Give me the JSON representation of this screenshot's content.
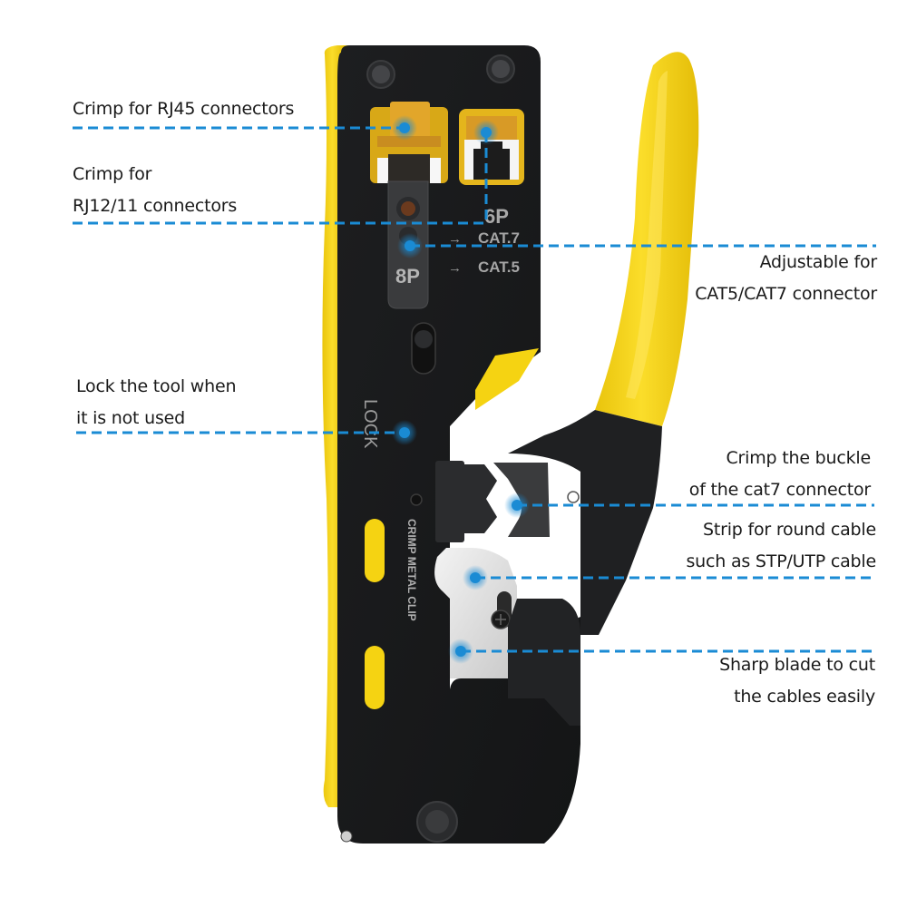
{
  "colors": {
    "callout_line": "#1a8bd4",
    "callout_dot": "#1a8bd4",
    "body_black": "#18191b",
    "handle_yellow": "#f5d312",
    "text": "#1a1a1a"
  },
  "tool": {
    "engravings": {
      "size_6p": "6P",
      "size_8p": "8P",
      "cat7": "CAT.7",
      "cat5": "CAT.5",
      "arrow": "→",
      "lock": "LOCK",
      "crimp_metal_clip": "CRIMP METAL CLIP"
    }
  },
  "callouts": {
    "rj45": {
      "lines": [
        "Crimp for RJ45 connectors"
      ]
    },
    "rj12": {
      "lines": [
        "Crimp for",
        "RJ12/11 connectors"
      ]
    },
    "adjustable": {
      "lines": [
        "Adjustable for",
        "CAT5/CAT7 connector"
      ]
    },
    "lock": {
      "lines": [
        "Lock the tool when",
        "it is not used"
      ]
    },
    "buckle": {
      "lines": [
        "Crimp the buckle",
        "of the cat7 connector"
      ]
    },
    "strip": {
      "lines": [
        "Strip for round cable",
        "such as STP/UTP cable"
      ]
    },
    "blade": {
      "lines": [
        "Sharp blade to cut",
        "the cables easily"
      ]
    }
  }
}
